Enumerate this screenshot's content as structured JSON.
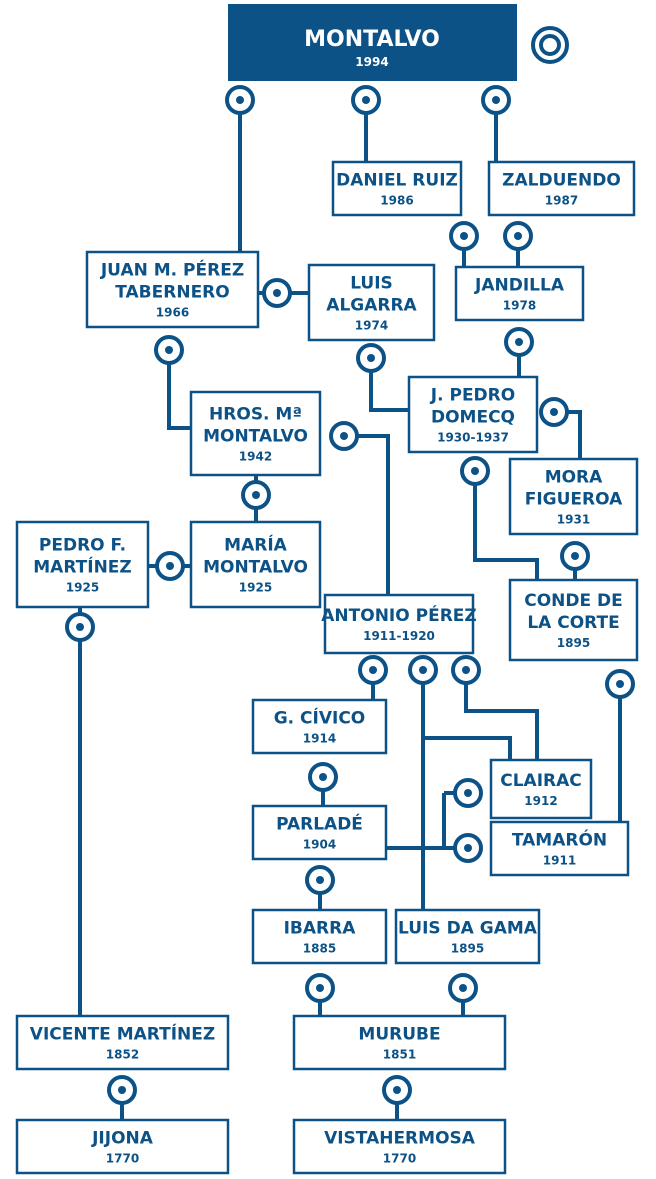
{
  "colors": {
    "primary": "#0d5287",
    "background": "#ffffff"
  },
  "root": {
    "name": "MONTALVO",
    "year": "1994"
  },
  "root_icon": "target-circle-icon",
  "nodes": {
    "daniel_ruiz": {
      "lines": [
        "DANIEL RUIZ"
      ],
      "year": "1986"
    },
    "zalduendo": {
      "lines": [
        "ZALDUENDO"
      ],
      "year": "1987"
    },
    "juan_perez": {
      "lines": [
        "JUAN M. PÉREZ",
        "TABERNERO"
      ],
      "year": "1966"
    },
    "luis_algarra": {
      "lines": [
        "LUIS",
        "ALGARRA"
      ],
      "year": "1974"
    },
    "jandilla": {
      "lines": [
        "JANDILLA"
      ],
      "year": "1978"
    },
    "pedro_domecq": {
      "lines": [
        "J. PEDRO",
        "DOMECQ"
      ],
      "year": "1930-1937"
    },
    "hros_montalvo": {
      "lines": [
        "HROS. Mª",
        "MONTALVO"
      ],
      "year": "1942"
    },
    "mora_figueroa": {
      "lines": [
        "MORA",
        "FIGUEROA"
      ],
      "year": "1931"
    },
    "pedro_martinez": {
      "lines": [
        "PEDRO F.",
        "MARTÍNEZ"
      ],
      "year": "1925"
    },
    "maria_montalvo": {
      "lines": [
        "MARÍA",
        "MONTALVO"
      ],
      "year": "1925"
    },
    "conde_corte": {
      "lines": [
        "CONDE DE",
        "LA CORTE"
      ],
      "year": "1895"
    },
    "antonio_perez": {
      "lines": [
        "ANTONIO PÉREZ"
      ],
      "year": "1911-1920"
    },
    "g_civico": {
      "lines": [
        "G. CÍVICO"
      ],
      "year": "1914"
    },
    "clairac": {
      "lines": [
        "CLAIRAC"
      ],
      "year": "1912"
    },
    "parlade": {
      "lines": [
        "PARLADÉ"
      ],
      "year": "1904"
    },
    "tamaron": {
      "lines": [
        "TAMARÓN"
      ],
      "year": "1911"
    },
    "ibarra": {
      "lines": [
        "IBARRA"
      ],
      "year": "1885"
    },
    "luis_gama": {
      "lines": [
        "LUIS DA GAMA"
      ],
      "year": "1895"
    },
    "vicente_martinez": {
      "lines": [
        "VICENTE MARTÍNEZ"
      ],
      "year": "1852"
    },
    "murube": {
      "lines": [
        "MURUBE"
      ],
      "year": "1851"
    },
    "jijona": {
      "lines": [
        "JIJONA"
      ],
      "year": "1770"
    },
    "vistahermosa": {
      "lines": [
        "VISTAHERMOSA"
      ],
      "year": "1770"
    }
  }
}
